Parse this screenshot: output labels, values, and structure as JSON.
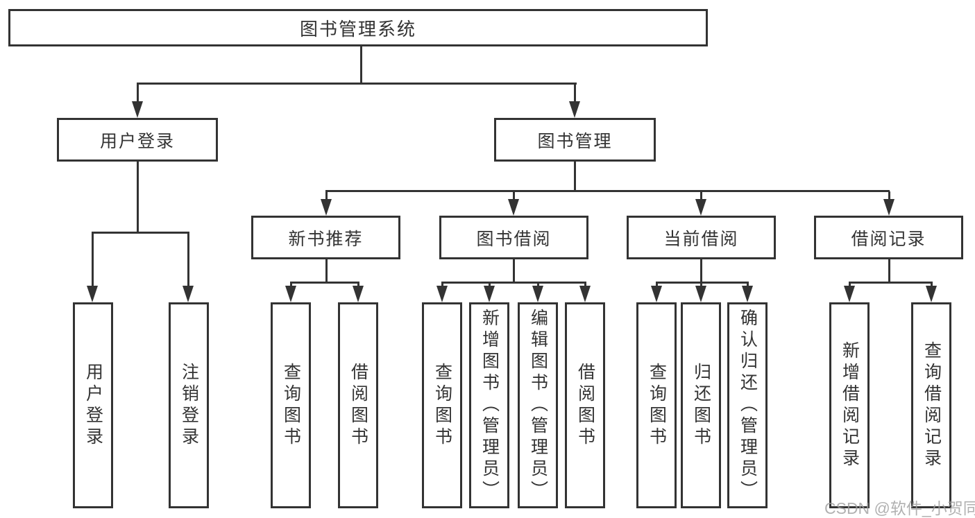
{
  "diagram": {
    "root": {
      "label": "图书管理系统"
    },
    "branches": [
      {
        "label": "用户登录",
        "children": [
          {
            "label": "用户登录"
          },
          {
            "label": "注销登录"
          }
        ]
      },
      {
        "label": "图书管理",
        "children": [
          {
            "label": "新书推荐",
            "children": [
              {
                "label": "查询图书"
              },
              {
                "label": "借阅图书"
              }
            ]
          },
          {
            "label": "图书借阅",
            "children": [
              {
                "label": "查询图书"
              },
              {
                "label": "新增图书（管理员）"
              },
              {
                "label": "编辑图书（管理员）"
              },
              {
                "label": "借阅图书"
              }
            ]
          },
          {
            "label": "当前借阅",
            "children": [
              {
                "label": "查询图书"
              },
              {
                "label": "归还图书"
              },
              {
                "label": "确认归还（管理员）"
              }
            ]
          },
          {
            "label": "借阅记录",
            "children": [
              {
                "label": "新增借阅记录"
              },
              {
                "label": "查询借阅记录"
              }
            ]
          }
        ]
      }
    ],
    "watermark": "CSDN @软件_小贺同学"
  },
  "colors": {
    "line": "#333333",
    "text": "#333333",
    "background": "#ffffff",
    "watermark": "#9e9e9e"
  }
}
